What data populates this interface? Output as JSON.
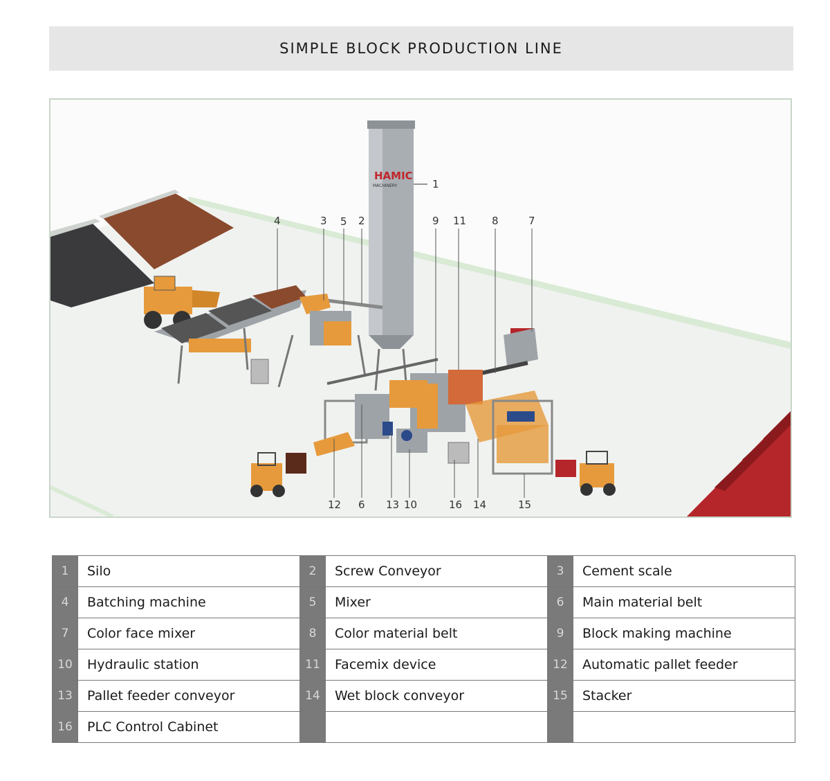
{
  "title": "SIMPLE BLOCK PRODUCTION LINE",
  "diagram": {
    "brand_logo": "HAMIC",
    "brand_sub": "MACHINERY",
    "callouts": [
      "1",
      "2",
      "3",
      "4",
      "5",
      "6",
      "7",
      "8",
      "9",
      "10",
      "11",
      "12",
      "13",
      "14",
      "15",
      "16"
    ]
  },
  "legend": [
    {
      "n": "1",
      "label": "Silo"
    },
    {
      "n": "2",
      "label": "Screw Conveyor"
    },
    {
      "n": "3",
      "label": "Cement scale"
    },
    {
      "n": "4",
      "label": "Batching machine"
    },
    {
      "n": "5",
      "label": "Mixer"
    },
    {
      "n": "6",
      "label": "Main material belt"
    },
    {
      "n": "7",
      "label": "Color face mixer"
    },
    {
      "n": "8",
      "label": "Color material belt"
    },
    {
      "n": "9",
      "label": "Block making machine"
    },
    {
      "n": "10",
      "label": "Hydraulic station"
    },
    {
      "n": "11",
      "label": "Facemix device"
    },
    {
      "n": "12",
      "label": "Automatic pallet feeder"
    },
    {
      "n": "13",
      "label": "Pallet feeder conveyor"
    },
    {
      "n": "14",
      "label": "Wet block conveyor"
    },
    {
      "n": "15",
      "label": "Stacker"
    },
    {
      "n": "16",
      "label": "PLC Control Cabinet"
    }
  ],
  "colors": {
    "title_bg": "#e6e6e6",
    "machine_orange": "#e69a3c",
    "steel_grey": "#9ea3a8",
    "brick_red": "#b5262a",
    "legend_num_bg": "#7a7a7a"
  }
}
